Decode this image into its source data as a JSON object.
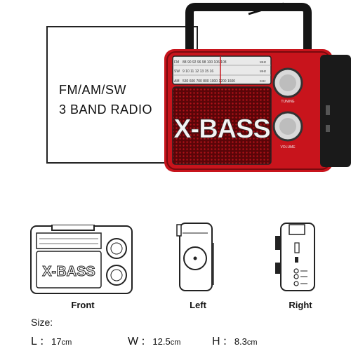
{
  "headline": {
    "line1": "FM/AM/SW",
    "line2": "3 BAND RADIO"
  },
  "radio": {
    "brand_text": "X-BASS",
    "dial": {
      "bands": [
        "FM",
        "SW",
        "AM"
      ],
      "units": [
        "MHz",
        "MHz",
        "KHz"
      ],
      "fm_scale": "88  90  92  96  98  100  106  108",
      "sw_scale": "9  10  11  12  13  15  16",
      "am_scale": "530  600  700  800  1000  1200  1600"
    },
    "knob_labels": [
      "TUNING",
      "VOLUME"
    ]
  },
  "views": {
    "front_label": "Front",
    "left_label": "Left",
    "right_label": "Right",
    "front_brand": "X-BASS"
  },
  "size": {
    "title": "Size:",
    "length_letter": "L",
    "length_sep": "：",
    "length_value": "17",
    "length_unit": "cm",
    "width_letter": "W",
    "width_sep": "：",
    "width_value": "12.5",
    "width_unit": "cm",
    "height_letter": "H",
    "height_sep": "：",
    "height_value": "8.3",
    "height_unit": "cm"
  },
  "colors": {
    "radio_red": "#c8141c",
    "radio_dark_red": "#7a0a0e",
    "line_art": "#222222"
  }
}
